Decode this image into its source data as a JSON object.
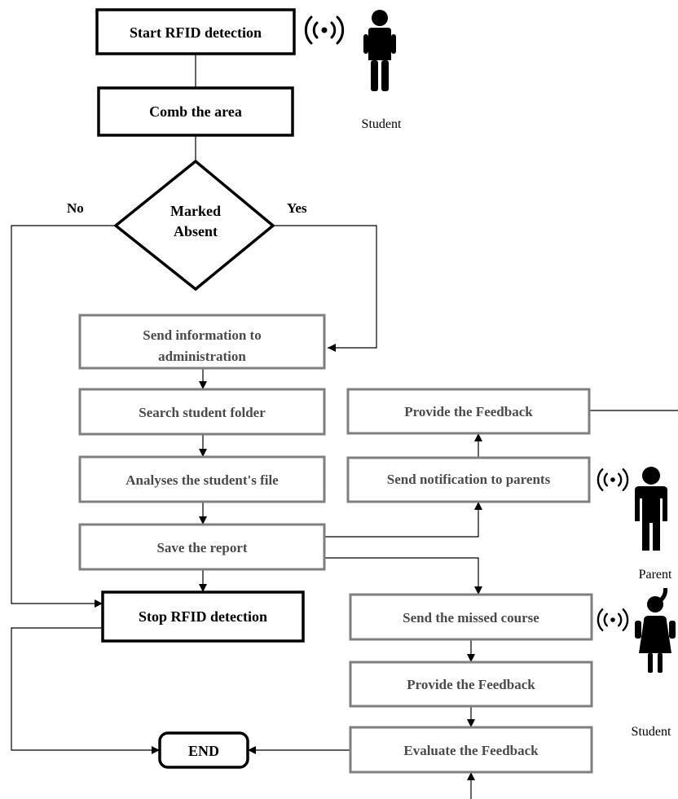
{
  "nodes": {
    "start": "Start RFID detection",
    "comb": "Comb the area",
    "decision_line1": "Marked",
    "decision_line2": "Absent",
    "send_info_line1": "Send information to",
    "send_info_line2": "administration",
    "search_folder": "Search student folder",
    "analyse_file": "Analyses the student's file",
    "save_report": "Save the report",
    "stop_rfid": "Stop RFID detection",
    "end": "END",
    "provide_feedback_parent": "Provide the Feedback",
    "send_notification": "Send notification to parents",
    "send_missed": "Send the missed course",
    "provide_feedback_student": "Provide the Feedback",
    "evaluate_feedback": "Evaluate the Feedback"
  },
  "branches": {
    "no": "No",
    "yes": "Yes"
  },
  "actors": {
    "student_top": "Student",
    "parent": "Parent",
    "student_bottom": "Student"
  },
  "icons": {
    "rfid_signal": "rfid-signal-icon",
    "student_boy": "student-boy-icon",
    "parent": "parent-icon",
    "student_girl": "student-girl-icon"
  },
  "colors": {
    "primary_border": "#000000",
    "secondary_border": "#7f7f7f",
    "secondary_text": "#4a4a4a"
  }
}
